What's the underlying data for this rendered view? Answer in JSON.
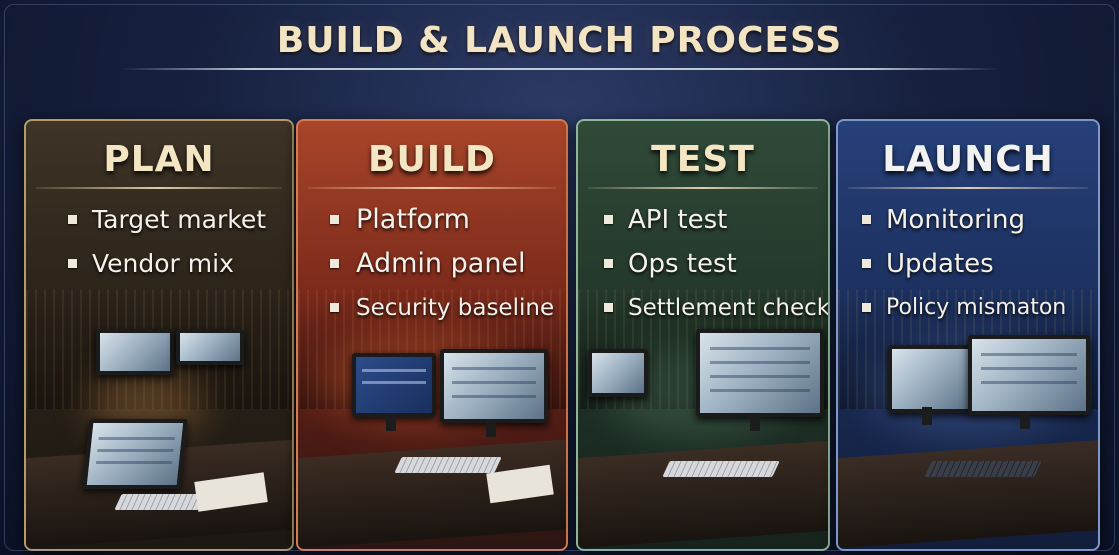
{
  "title": "BUILD & LAUNCH PROCESS",
  "panels": [
    {
      "label": "PLAN",
      "items": [
        "Target market",
        "Vendor mix"
      ]
    },
    {
      "label": "BUILD",
      "items": [
        "Platform",
        "Admin panel",
        "Security baseline"
      ]
    },
    {
      "label": "TEST",
      "items": [
        "API test",
        "Ops test",
        "Settlement check"
      ]
    },
    {
      "label": "LAUNCH",
      "items": [
        "Monitoring",
        "Updates",
        "Policy mismaton"
      ]
    }
  ],
  "colors": {
    "plan": "#3e3427",
    "build": "#a8452a",
    "test": "#304a38",
    "launch": "#26407a",
    "title_text": "#f3e4c4"
  }
}
